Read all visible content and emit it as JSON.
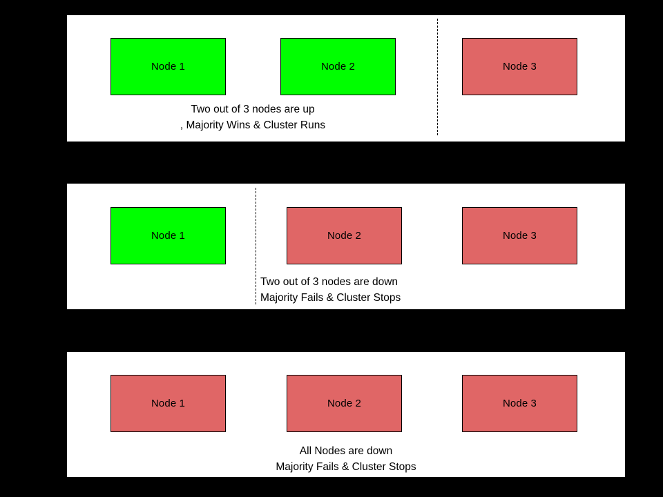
{
  "figure": {
    "background_color": "#000000",
    "panel_background": "#ffffff",
    "node_up_color": "#00ff00",
    "node_down_color": "#e06666",
    "border_color": "#000000"
  },
  "panels": [
    {
      "id": "panel-two-up",
      "nodes": [
        {
          "label": "Node 1",
          "state": "up"
        },
        {
          "label": "Node 2",
          "state": "up"
        },
        {
          "label": "Node 3",
          "state": "down"
        }
      ],
      "divider": {
        "position": "after-node-2"
      },
      "caption": {
        "line1": "Two out of 3 nodes are up",
        "line2": ", Majority Wins & Cluster Runs"
      }
    },
    {
      "id": "panel-two-down",
      "nodes": [
        {
          "label": "Node 1",
          "state": "up"
        },
        {
          "label": "Node 2",
          "state": "down"
        },
        {
          "label": "Node 3",
          "state": "down"
        }
      ],
      "divider": {
        "position": "after-node-1"
      },
      "caption": {
        "line1": "Two out of 3 nodes are down",
        "line2": "Majority Fails & Cluster Stops"
      }
    },
    {
      "id": "panel-all-down",
      "nodes": [
        {
          "label": "Node 1",
          "state": "down"
        },
        {
          "label": "Node 2",
          "state": "down"
        },
        {
          "label": "Node 3",
          "state": "down"
        }
      ],
      "divider": null,
      "caption": {
        "line1": "All Nodes are down",
        "line2": "Majority Fails & Cluster Stops"
      }
    }
  ]
}
